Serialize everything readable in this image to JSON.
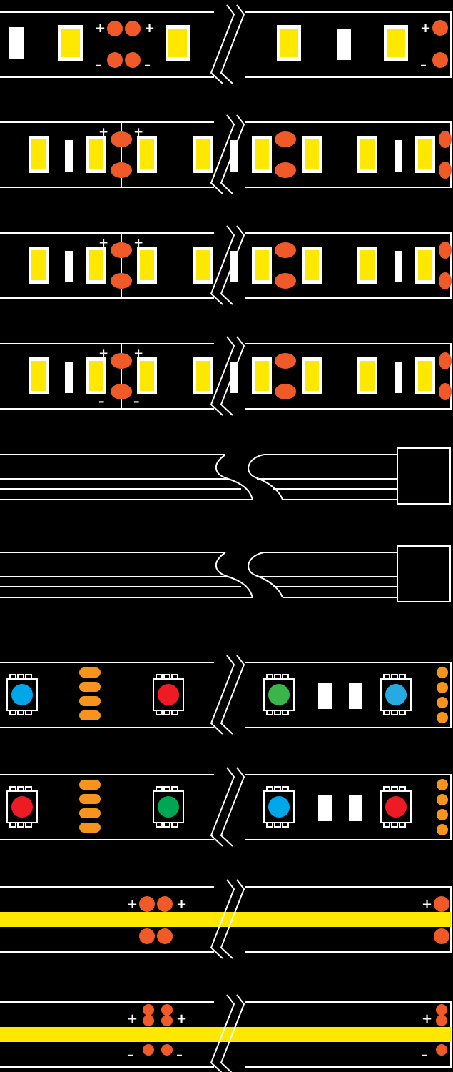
{
  "strips": [
    {
      "kind": "single-white-pad-strip",
      "polarity": {
        "plus": "+",
        "minus": "–"
      }
    },
    {
      "kind": "double-row-strip",
      "polarity": {
        "plus": "+"
      }
    },
    {
      "kind": "double-row-strip",
      "polarity": {
        "plus": "+"
      }
    },
    {
      "kind": "double-row-strip",
      "polarity": {
        "plus": "+",
        "minus": "–"
      }
    },
    {
      "kind": "cable-with-connector"
    },
    {
      "kind": "cable-with-connector"
    },
    {
      "kind": "rgb-strip",
      "led_colors": [
        "blue",
        "red",
        "green",
        "light-blue"
      ]
    },
    {
      "kind": "rgb-strip",
      "led_colors": [
        "red",
        "green",
        "blue",
        "red"
      ]
    },
    {
      "kind": "cob-strip",
      "polarity": {
        "plus": "+"
      }
    },
    {
      "kind": "cob-strip",
      "polarity": {
        "plus": "+",
        "minus": "–"
      }
    }
  ],
  "colors": {
    "background": "#000000",
    "outline": "#ffffff",
    "led_yellow": "#ffe800",
    "pad_orange": "#f05a28",
    "resistor_orange": "#f7941d",
    "rgb_blue": "#00a7e8",
    "rgb_red": "#ed1c24",
    "rgb_green": "#00a651",
    "rgb_light_blue": "#27aae1"
  }
}
